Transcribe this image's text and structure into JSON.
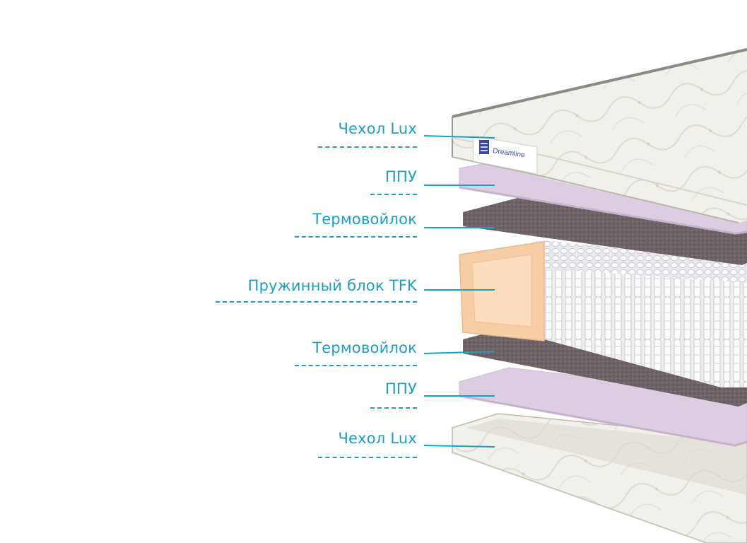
{
  "diagram": {
    "title": "",
    "brand": "Dreamline",
    "layers": [
      {
        "id": "cover-top",
        "label": "Чехол Lux"
      },
      {
        "id": "ppu-top",
        "label": "ППУ"
      },
      {
        "id": "felt-top",
        "label": "Термовойлок"
      },
      {
        "id": "spring-block",
        "label": "Пружинный блок TFK"
      },
      {
        "id": "felt-bottom",
        "label": "Термовойлок"
      },
      {
        "id": "ppu-bottom",
        "label": "ППУ"
      },
      {
        "id": "cover-bottom",
        "label": "Чехол Lux"
      }
    ],
    "colors": {
      "label": "#1e9fc2",
      "cover": "#f1efe8",
      "ppu": "#dccbe0",
      "felt": "#6f6468",
      "foam_border": "#f5cba0",
      "springs": "#f4f4f6"
    }
  }
}
